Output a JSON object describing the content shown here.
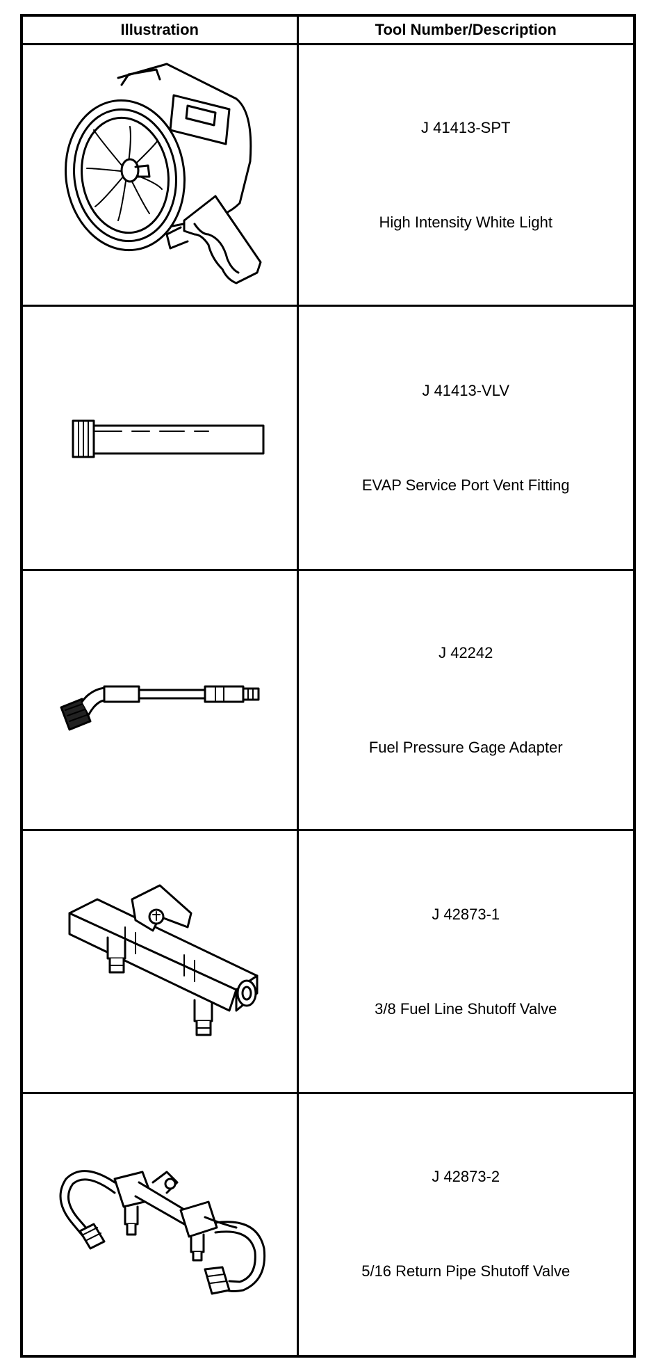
{
  "table": {
    "headers": {
      "illustration": "Illustration",
      "tool": "Tool Number/Description"
    },
    "rows": [
      {
        "tool_number": "J 41413-SPT",
        "description": "High Intensity White Light",
        "icon": "spotlight-icon"
      },
      {
        "tool_number": "J 41413-VLV",
        "description": "EVAP Service Port Vent Fitting",
        "icon": "vent-fitting-icon"
      },
      {
        "tool_number": "J 42242",
        "description": "Fuel Pressure Gage Adapter",
        "icon": "gage-adapter-icon"
      },
      {
        "tool_number": "J 42873-1",
        "description": "3/8 Fuel Line Shutoff Valve",
        "icon": "shutoff-valve-icon"
      },
      {
        "tool_number": "J 42873-2",
        "description": "5/16 Return Pipe Shutoff Valve",
        "icon": "return-pipe-valve-icon"
      }
    ]
  }
}
